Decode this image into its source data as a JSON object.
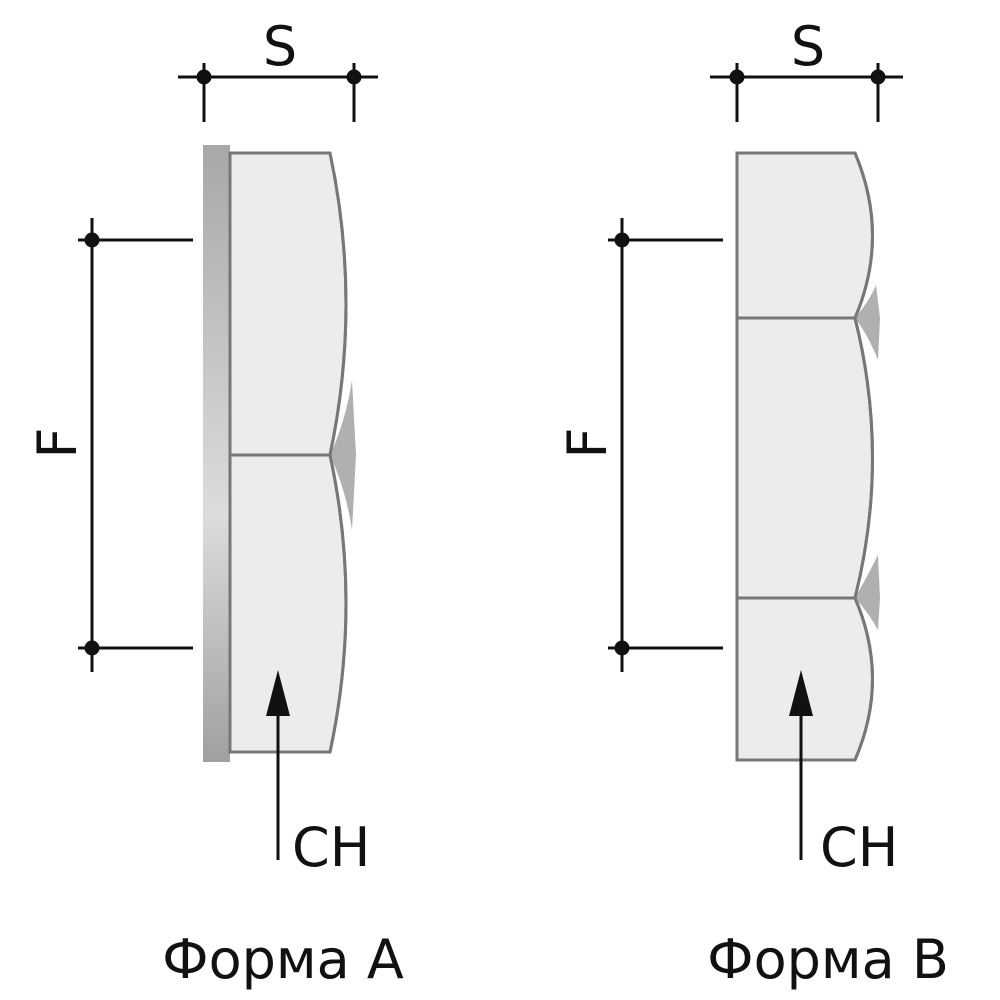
{
  "form_a": {
    "s_label": "S",
    "f_label": "F",
    "ch_label": "CH",
    "caption": "Форма A"
  },
  "form_b": {
    "s_label": "S",
    "f_label": "F",
    "ch_label": "CH",
    "caption": "Форма B"
  },
  "colors": {
    "face": "#ececec",
    "edge": "#777777",
    "chamfer": "#b0b0b0",
    "line": "#111111"
  }
}
